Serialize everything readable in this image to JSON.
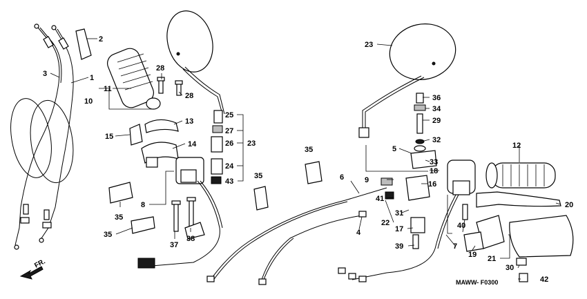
{
  "diagram": {
    "code": "MAWW- F0300",
    "direction_label": "FR.",
    "callouts": {
      "c1": "1",
      "c2": "2",
      "c3": "3",
      "c4": "4",
      "c5": "5",
      "c6": "6",
      "c7": "7",
      "c8": "8",
      "c9": "9",
      "c10": "10",
      "c11": "11",
      "c12": "12",
      "c13": "13",
      "c14": "14",
      "c15": "15",
      "c16": "16",
      "c17": "17",
      "c18": "18",
      "c19": "19",
      "c20": "20",
      "c21": "21",
      "c22": "22",
      "c23a": "23",
      "c23b": "23",
      "c24": "24",
      "c25": "25",
      "c26": "26",
      "c27": "27",
      "c28a": "28",
      "c28b": "28",
      "c29": "29",
      "c30": "30",
      "c31": "31",
      "c32": "32",
      "c33": "33",
      "c34": "34",
      "c35a": "35",
      "c35b": "35",
      "c35c": "35",
      "c35d": "35",
      "c36": "36",
      "c37": "37",
      "c38": "38",
      "c39": "39",
      "c40": "40",
      "c41": "41",
      "c42": "42",
      "c43": "43"
    }
  }
}
